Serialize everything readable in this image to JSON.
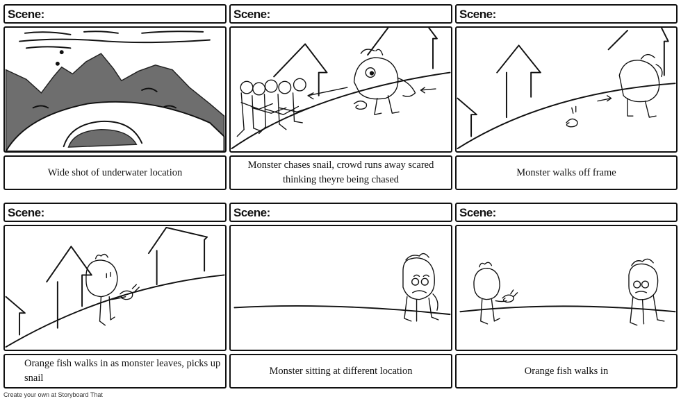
{
  "panels": [
    {
      "scene_label": "Scene:",
      "caption": "Wide shot of underwater location"
    },
    {
      "scene_label": "Scene:",
      "caption": "Monster chases snail, crowd runs away scared thinking theyre being chased"
    },
    {
      "scene_label": "Scene:",
      "caption": "Monster walks off frame"
    },
    {
      "scene_label": "Scene:",
      "caption": "Orange fish walks in as monster leaves, picks up snail"
    },
    {
      "scene_label": "Scene:",
      "caption": "Monster sitting at different location"
    },
    {
      "scene_label": "Scene:",
      "caption": "Orange fish walks in"
    }
  ],
  "footer": {
    "text": "Create your own at Storyboard That"
  }
}
